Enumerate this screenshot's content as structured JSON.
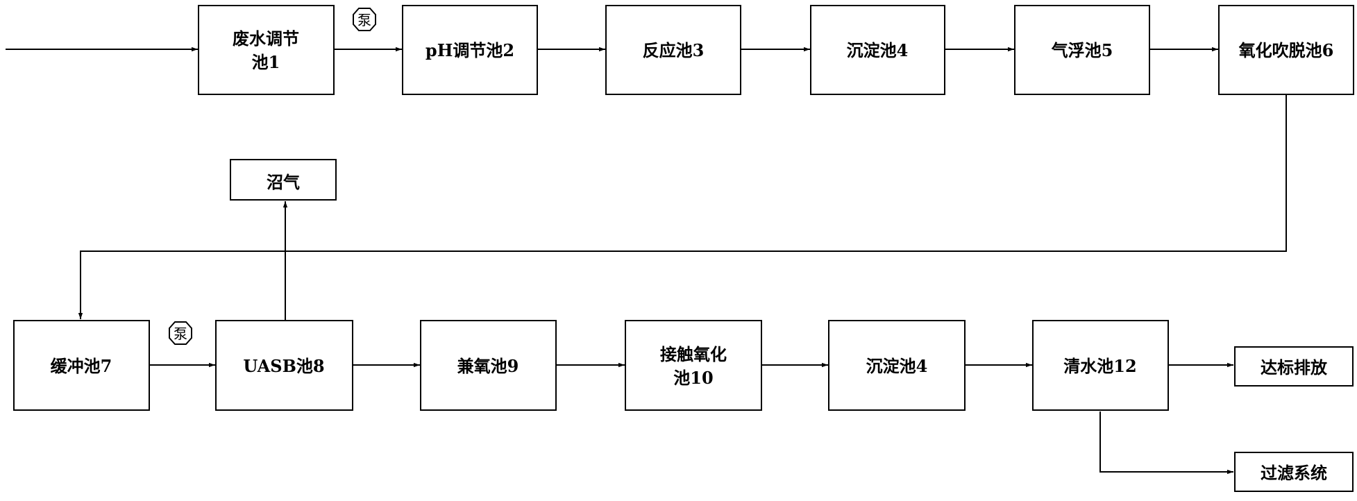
{
  "pump_label": "泵",
  "boxes": {
    "b1": [
      "废水调节",
      "池1"
    ],
    "b2": [
      "pH调节池2"
    ],
    "b3": [
      "反应池3"
    ],
    "b4": [
      "沉淀池4"
    ],
    "b5": [
      "气浮池5"
    ],
    "b6": [
      "氧化吹脱池6"
    ],
    "biogas": [
      "沼气"
    ],
    "b7": [
      "缓冲池7"
    ],
    "b8": [
      "UASB池8"
    ],
    "b9": [
      "兼氧池9"
    ],
    "b10": [
      "接触氧化",
      "池10"
    ],
    "b11": [
      "沉淀池4"
    ],
    "b12": [
      "清水池12"
    ],
    "discharge": [
      "达标排放"
    ],
    "filter": [
      "过滤系统"
    ]
  }
}
